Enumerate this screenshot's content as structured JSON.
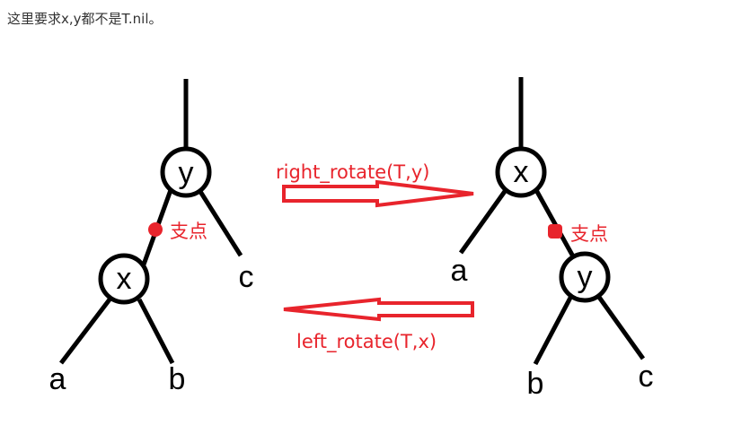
{
  "caption": "这里要求x,y都不是T.nil。",
  "colors": {
    "edge": "#000000",
    "accent": "#e8242c",
    "text": "#333333"
  },
  "left_tree": {
    "root": "y",
    "child": "x",
    "leaves": [
      "a",
      "b",
      "c"
    ],
    "pivot_label": "支点"
  },
  "right_tree": {
    "root": "x",
    "child": "y",
    "leaves": [
      "a",
      "b",
      "c"
    ],
    "pivot_label": "支点"
  },
  "operations": {
    "right": "right_rotate(T,y)",
    "left": "left_rotate(T,x)"
  }
}
